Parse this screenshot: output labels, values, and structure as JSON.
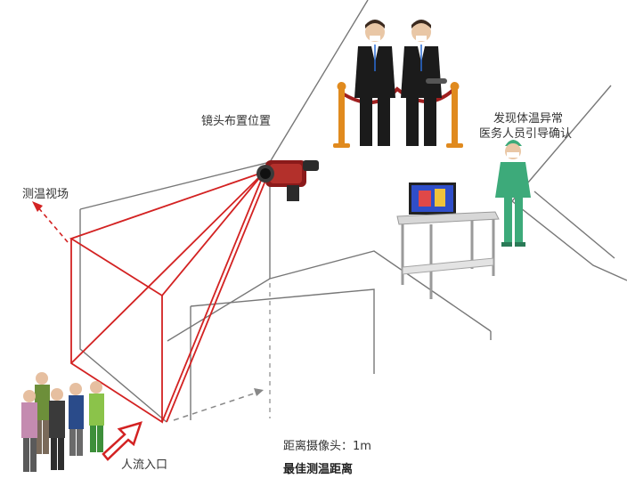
{
  "labels": {
    "camera_position": "镜头布置位置",
    "temp_field_of_view": "测温视场",
    "fever_alert_line1": "发现体温异常",
    "fever_alert_line2": "医务人员引导确认",
    "distance": "距离摄像头：1m",
    "best_distance": "最佳测温距离",
    "entrance": "人流入口"
  },
  "colors": {
    "room_lines": "#777777",
    "fov_lines": "#d32222",
    "dashed_distance": "#888888",
    "entrance_arrow": "#d32222",
    "security_suit": "#1b1b1b",
    "medic_scrubs": "#3daa7a",
    "stanchion": "#e08a1e",
    "rope": "#a01f1f",
    "camera_body": "#8b1a1a"
  }
}
